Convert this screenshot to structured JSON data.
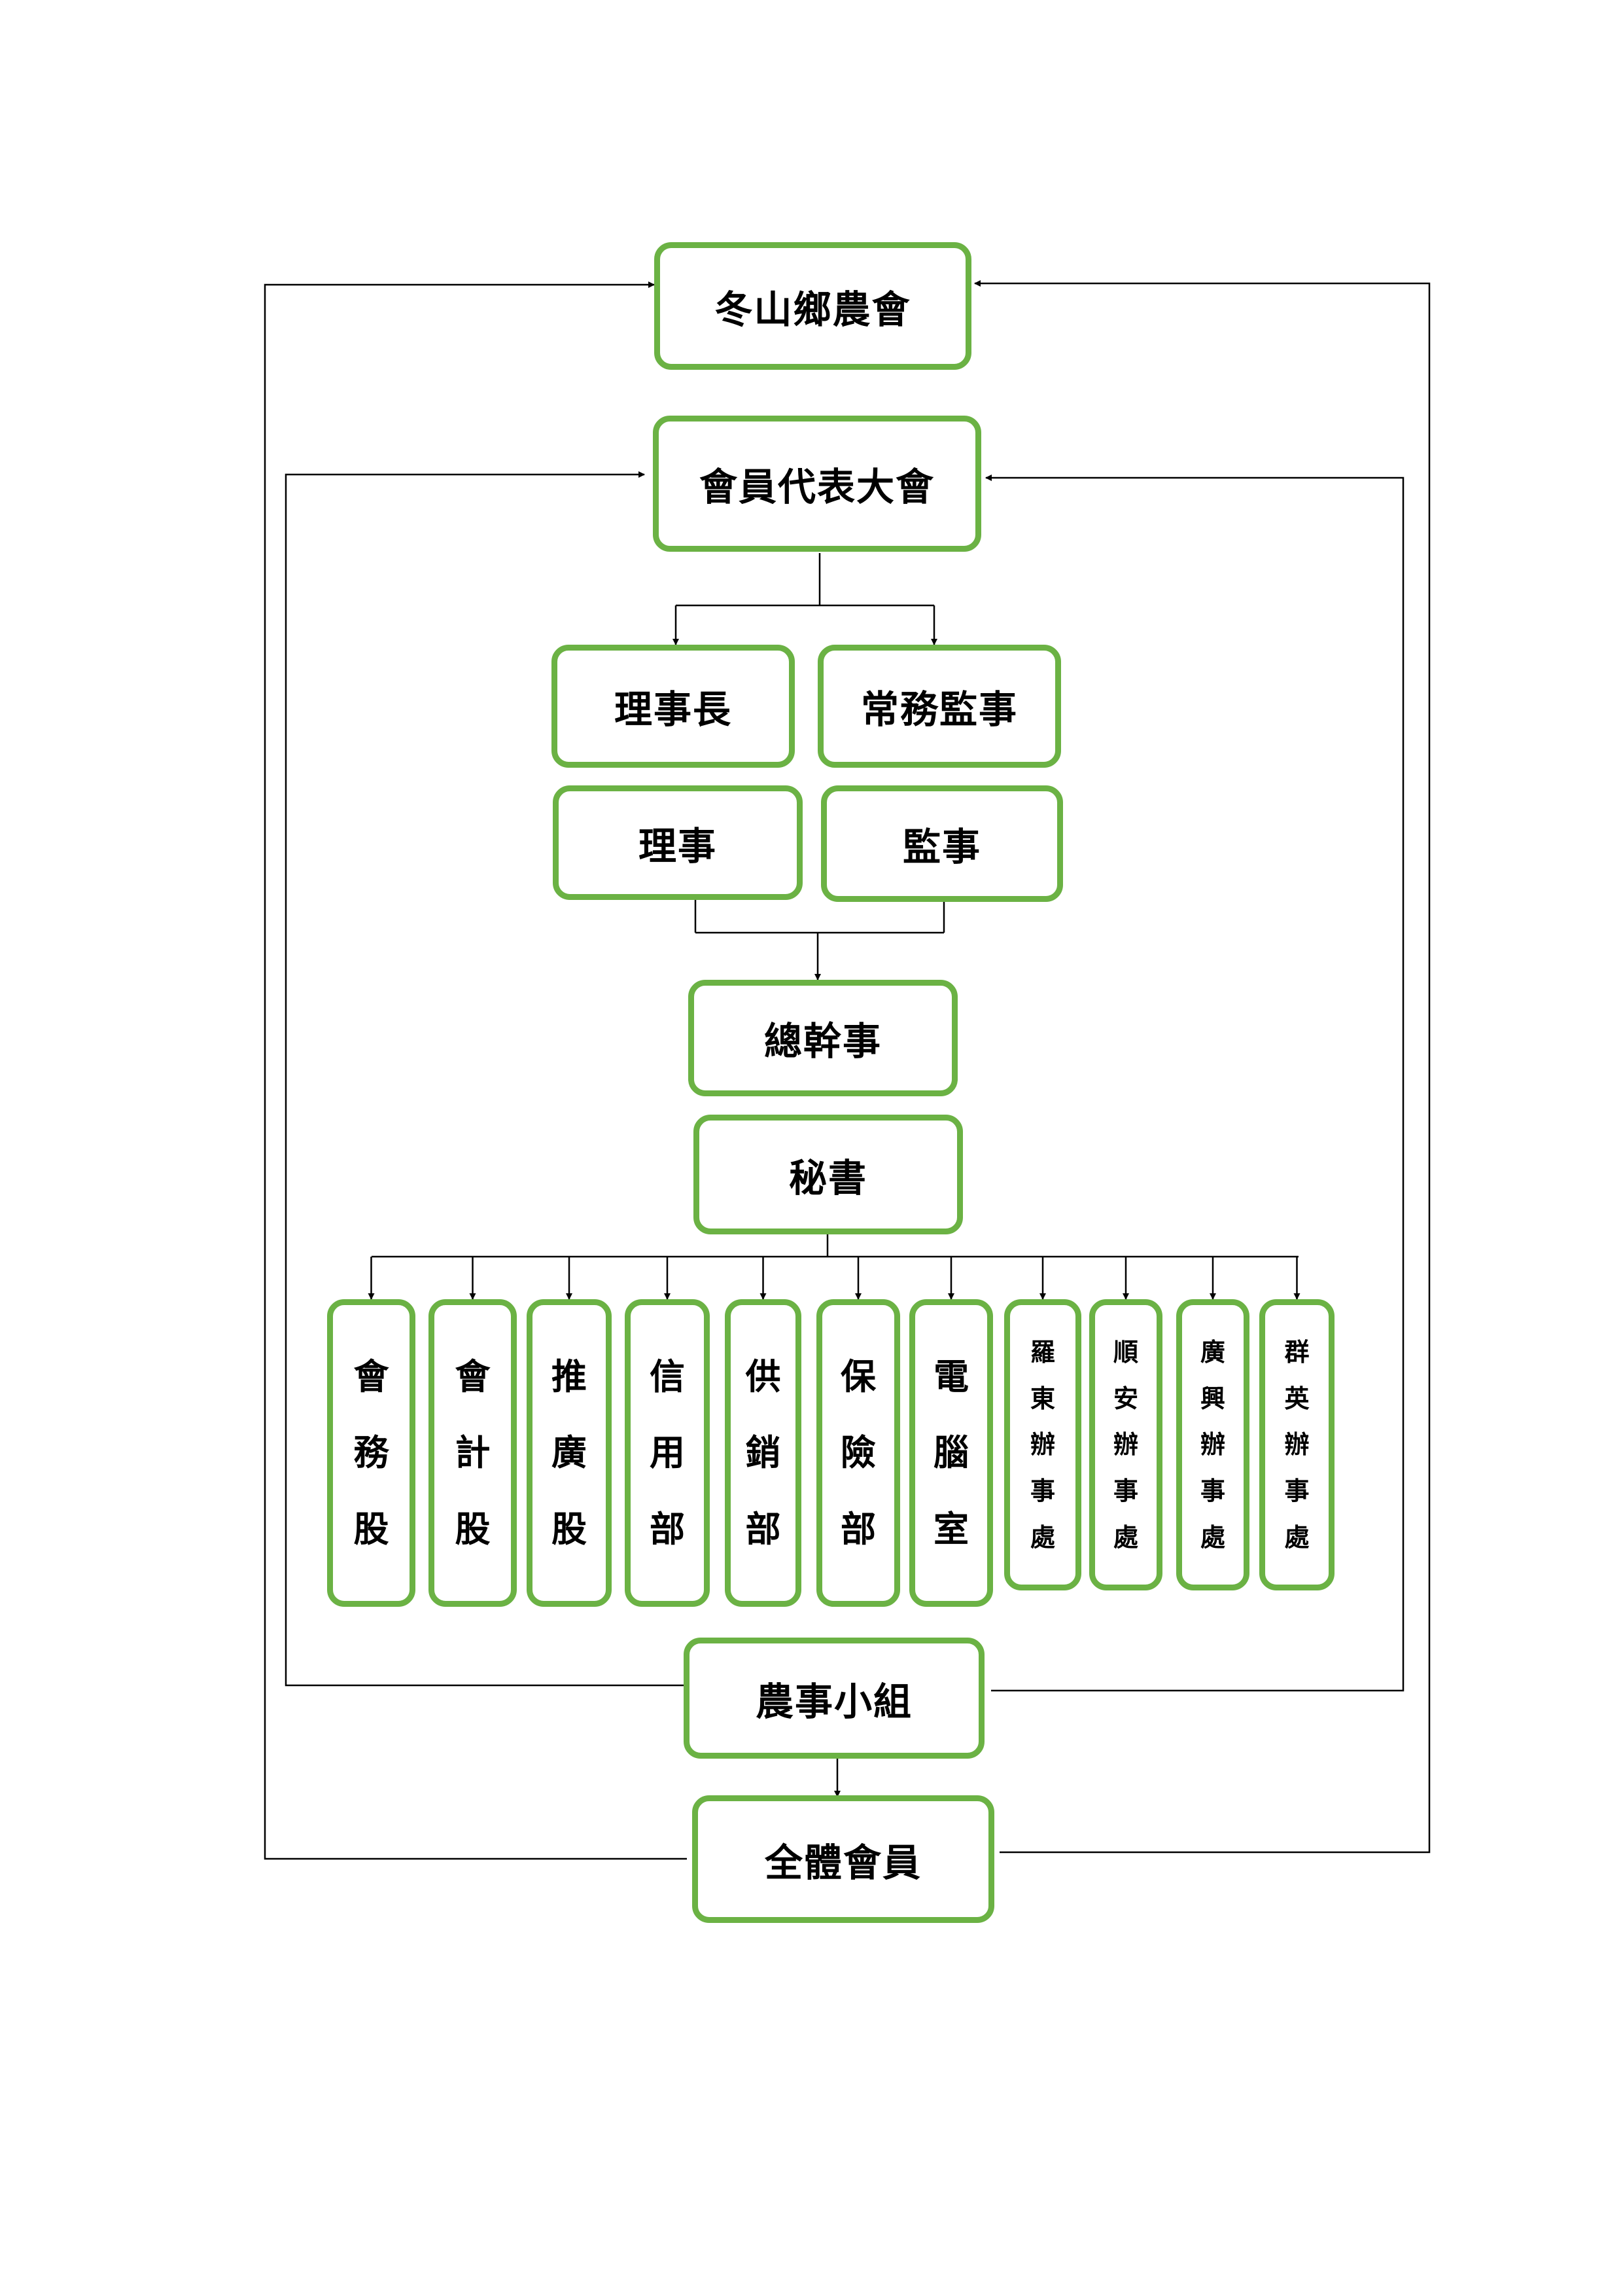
{
  "colors": {
    "box_border": "#6bb244",
    "line": "#000000"
  },
  "org": {
    "farmers_association": "冬山鄉農會",
    "representatives_assembly": "會員代表大會",
    "chairman": "理事長",
    "standing_supervisor": "常務監事",
    "directors": "理事",
    "supervisors": "監事",
    "general_manager": "總幹事",
    "secretary": "秘書",
    "departments": [
      "會務股",
      "會計股",
      "推廣股",
      "信用部",
      "供銷部",
      "保險部",
      "電腦室",
      "羅東辦事處",
      "順安辦事處",
      "廣興辦事處",
      "群英辦事處"
    ],
    "farm_groups": "農事小組",
    "all_members": "全體會員"
  }
}
